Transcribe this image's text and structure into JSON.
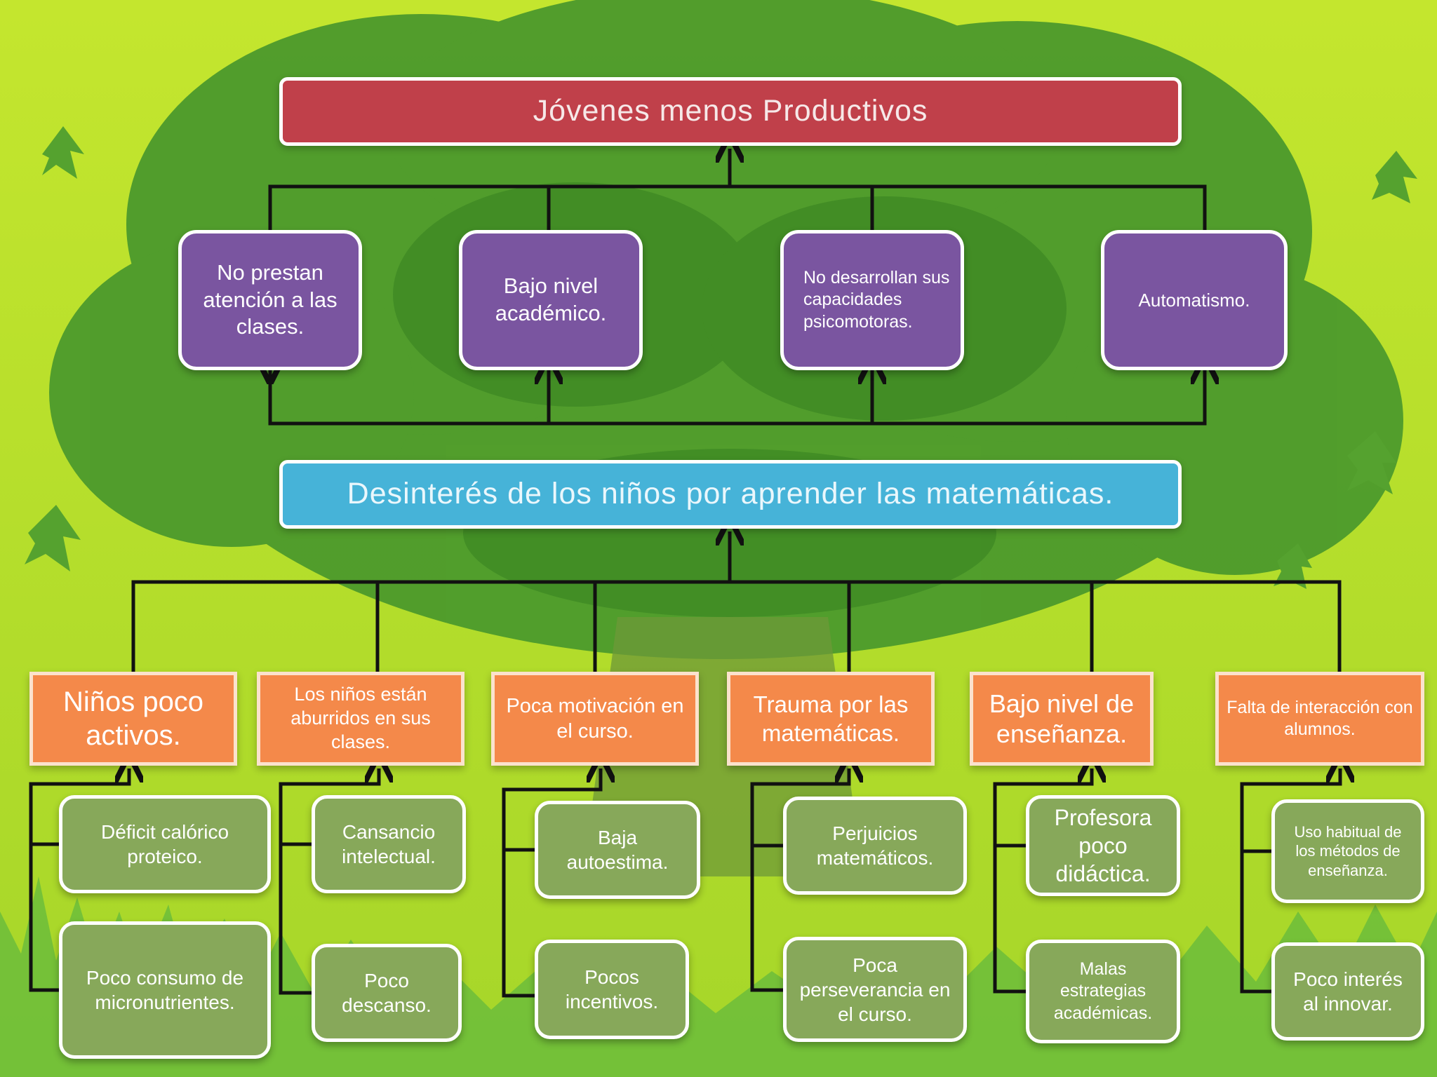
{
  "effect": "Jóvenes menos Productivos",
  "consequences": [
    "No prestan atención a las clases.",
    "Bajo nivel académico.",
    "No desarrollan sus capacidades psicomotoras.",
    "Automatismo."
  ],
  "problem": "Desinterés de los niños por aprender las matemáticas.",
  "causes": [
    "Niños poco activos.",
    "Los niños están aburridos en sus clases.",
    "Poca motivación en el curso.",
    "Trauma por las matemáticas.",
    "Bajo nivel de enseñanza.",
    "Falta de interacción con alumnos."
  ],
  "subcauses": [
    [
      "Déficit calórico proteico.",
      "Poco consumo de micronutrientes."
    ],
    [
      "Cansancio intelectual.",
      "Poco descanso."
    ],
    [
      "Baja autoestima.",
      "Pocos incentivos."
    ],
    [
      "Perjuicios matemáticos.",
      "Poca perseverancia en el curso."
    ],
    [
      "Profesora poco didáctica.",
      "Malas estrategias académicas."
    ],
    [
      "Uso habitual de los métodos de enseñanza.",
      "Poco interés al innovar."
    ]
  ],
  "colors": {
    "background": "#b8e02a",
    "tree": "#4c9a2c",
    "effect_box": "#c0404a",
    "consequence_box": "#7a55a0",
    "problem_box": "#46b3d8",
    "cause_box": "#f4894a",
    "subcause_box": "#87a85a",
    "connector": "#111111"
  }
}
